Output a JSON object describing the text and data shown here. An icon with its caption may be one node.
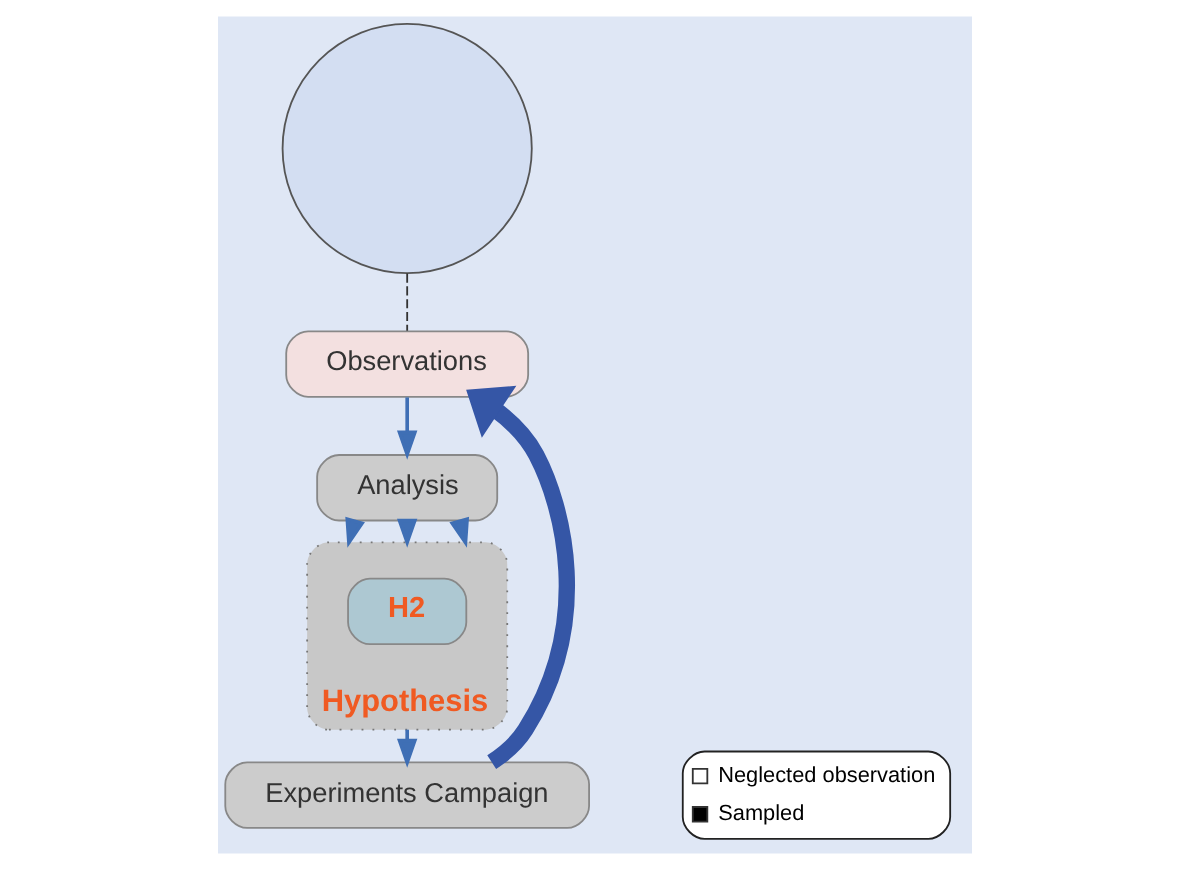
{
  "diagram": {
    "nodes": [
      {
        "text": [
          "Observations"
        ]
      },
      {
        "text": [
          "Analysis"
        ]
      },
      {
        "text": [
          "Hypothesis"
        ]
      },
      {
        "text": [
          "H2"
        ],
        "in": 2
      },
      {
        "text": [
          "Experiments Campaign"
        ]
      },
      {
        "text": [],
        "shape": "circle"
      }
    ],
    "edges": [
      {
        "from": 0,
        "to": 1,
        "arrow": "to"
      },
      {
        "from": 1,
        "to": 2,
        "arrow": "to"
      },
      {
        "from": 1,
        "to": 2,
        "arrow": "to"
      },
      {
        "from": 1,
        "to": 2,
        "arrow": "to"
      },
      {
        "from": 2,
        "to": 4,
        "arrow": "to"
      },
      {
        "from": 4,
        "to": 0,
        "arrow": "to",
        "style": "thick",
        "color": "#3556a6"
      },
      {
        "from": 5,
        "to": 0,
        "arrow": "none",
        "style": "dashed",
        "color": "#333333"
      }
    ],
    "legend": [
      {
        "text": "Neglected observation"
      },
      {
        "text": "Sampled"
      }
    ]
  }
}
